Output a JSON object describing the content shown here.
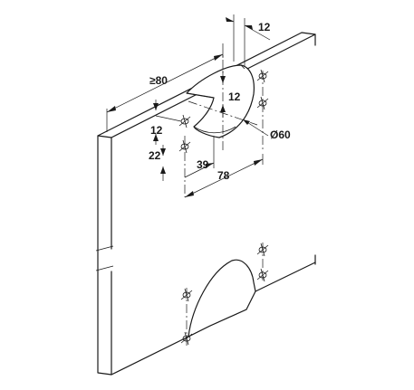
{
  "dimensions": {
    "min_length": "≥80",
    "offset_top": "12",
    "depth": "12",
    "left_offset": "12",
    "hole_offset": "22",
    "center_distance": "39",
    "overall_distance": "78",
    "diameter": "Ø60"
  }
}
